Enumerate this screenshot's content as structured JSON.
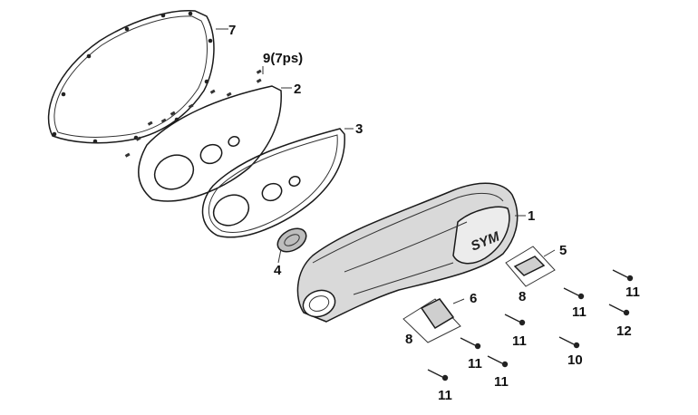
{
  "colors": {
    "line": "#1a1a1a",
    "cover_fill": "#d9d9d9",
    "cover_dark": "#9a9a9a",
    "background": "#ffffff"
  },
  "cover_logo": "SYM",
  "callouts": [
    {
      "id": "c1",
      "label": "1"
    },
    {
      "id": "c2",
      "label": "2"
    },
    {
      "id": "c3",
      "label": "3"
    },
    {
      "id": "c4",
      "label": "4"
    },
    {
      "id": "c5",
      "label": "5"
    },
    {
      "id": "c6",
      "label": "6"
    },
    {
      "id": "c7",
      "label": "7"
    },
    {
      "id": "c8a",
      "label": "8"
    },
    {
      "id": "c8b",
      "label": "8"
    },
    {
      "id": "c9",
      "label": "9(7ps)"
    },
    {
      "id": "c10",
      "label": "10"
    },
    {
      "id": "c11a",
      "label": "11"
    },
    {
      "id": "c11b",
      "label": "11"
    },
    {
      "id": "c11c",
      "label": "11"
    },
    {
      "id": "c11d",
      "label": "11"
    },
    {
      "id": "c11e",
      "label": "11"
    },
    {
      "id": "c11f",
      "label": "11"
    },
    {
      "id": "c12",
      "label": "12"
    }
  ]
}
